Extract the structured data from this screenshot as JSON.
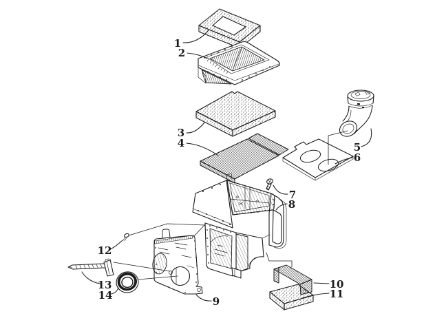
{
  "figure": {
    "background": "#ffffff",
    "ink": "#1b1b1b"
  },
  "callouts": [
    {
      "number": "1",
      "part": "foam-seal-ring"
    },
    {
      "number": "2",
      "part": "air-box-cover"
    },
    {
      "number": "3",
      "part": "foam-filter-element"
    },
    {
      "number": "4",
      "part": "filter-screen"
    },
    {
      "number": "5",
      "part": "air-intake-boot"
    },
    {
      "number": "6",
      "part": "intake-plate-with-holes"
    },
    {
      "number": "7",
      "part": "screw"
    },
    {
      "number": "8",
      "part": "air-silencer-body"
    },
    {
      "number": "9",
      "part": "front-cover-panel"
    },
    {
      "number": "10",
      "part": "outlet-screen"
    },
    {
      "number": "11",
      "part": "outlet-foam-block"
    },
    {
      "number": "12",
      "part": "mounting-screw"
    },
    {
      "number": "13",
      "part": "bracket-strap"
    },
    {
      "number": "14",
      "part": "rubber-grommet"
    }
  ]
}
